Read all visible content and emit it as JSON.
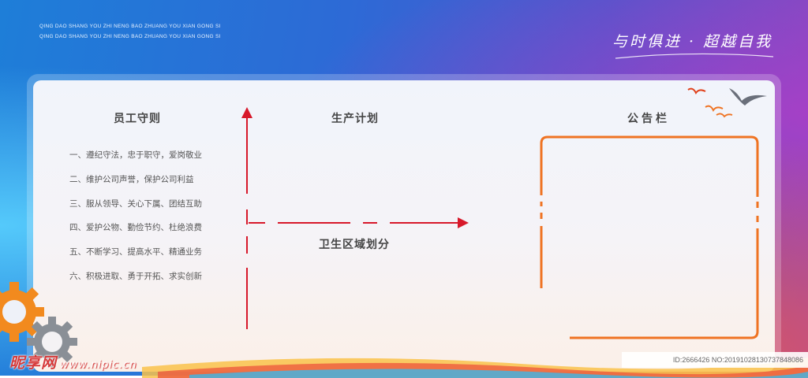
{
  "header": {
    "tagline_1": "QING DAO SHANG YOU ZHI NENG BAO ZHUANG YOU XIAN GONG SI",
    "tagline_2": "QING DAO SHANG YOU ZHI NENG BAO ZHUANG YOU XIAN GONG SI",
    "slogan": "与时俱进 · 超越自我"
  },
  "sections": {
    "employee_rules_title": "员工守则",
    "production_plan_title": "生产计划",
    "hygiene_title": "卫生区域划分",
    "bulletin_title": "公告栏"
  },
  "rules": [
    "一、遵纪守法，忠于职守，爱岗敬业",
    "二、维护公司声誉，保护公司利益",
    "三、服从领导、关心下属、团结互助",
    "四、爱护公物、勤俭节约、杜绝浪费",
    "五、不断学习、提高水平、精通业务",
    "六、积极进取、勇于开拓、求实创新"
  ],
  "watermark": {
    "brand": "昵享网",
    "site": "www.nipic.cn",
    "id_text": "ID:2666426 NO:20191028130737848086"
  },
  "colors": {
    "arrow": "#d7182a",
    "bulletin_frame": "#ef7322",
    "gear_orange": "#f28a1e",
    "gear_gray": "#8a8f96"
  },
  "icons": {
    "arrow": "arrow-icon",
    "birds": "bird-icon",
    "gear": "gear-icon"
  }
}
